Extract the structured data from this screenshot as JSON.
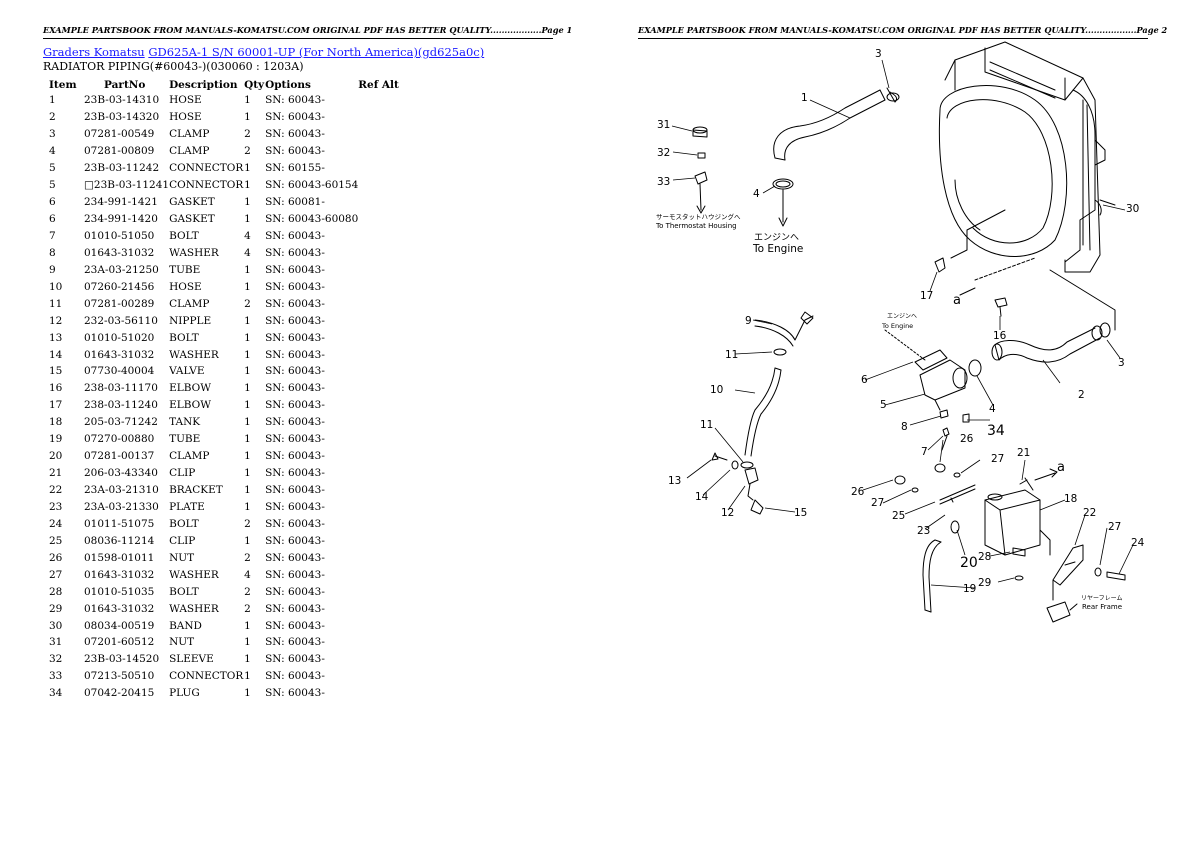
{
  "page_header_left": "EXAMPLE PARTSBOOK FROM MANUALS-KOMATSU.COM ORIGINAL PDF HAS BETTER QUALITY..................Page 1",
  "page_header_right": "EXAMPLE PARTSBOOK FROM MANUALS-KOMATSU.COM ORIGINAL PDF HAS BETTER QUALITY..................Page 2",
  "breadcrumb": {
    "link1": "Graders Komatsu",
    "link2": "GD625A-1 S/N 60001-UP (For North America)(gd625a0c)"
  },
  "subtitle": "RADIATOR PIPING(#60043-)(030060 : 1203A)",
  "table": {
    "headers": [
      "Item",
      "PartNo",
      "Description",
      "Qty",
      "Options",
      "Ref Alt"
    ],
    "rows": [
      [
        "1",
        "23B-03-14310",
        "HOSE",
        "1",
        "SN: 60043-",
        ""
      ],
      [
        "2",
        "23B-03-14320",
        "HOSE",
        "1",
        "SN: 60043-",
        ""
      ],
      [
        "3",
        "07281-00549",
        "CLAMP",
        "2",
        "SN: 60043-",
        ""
      ],
      [
        "4",
        "07281-00809",
        "CLAMP",
        "2",
        "SN: 60043-",
        ""
      ],
      [
        "5",
        "23B-03-11242",
        "CONNECTOR",
        "1",
        "SN: 60155-",
        ""
      ],
      [
        "5",
        "□23B-03-11241",
        "CONNECTOR",
        "1",
        "SN: 60043-60154",
        ""
      ],
      [
        "6",
        "234-991-1421",
        "GASKET",
        "1",
        "SN: 60081-",
        ""
      ],
      [
        "6",
        "234-991-1420",
        "GASKET",
        "1",
        "SN: 60043-60080",
        ""
      ],
      [
        "7",
        "01010-51050",
        "BOLT",
        "4",
        "SN: 60043-",
        ""
      ],
      [
        "8",
        "01643-31032",
        "WASHER",
        "4",
        "SN: 60043-",
        ""
      ],
      [
        "9",
        "23A-03-21250",
        "TUBE",
        "1",
        "SN: 60043-",
        ""
      ],
      [
        "10",
        "07260-21456",
        "HOSE",
        "1",
        "SN: 60043-",
        ""
      ],
      [
        "11",
        "07281-00289",
        "CLAMP",
        "2",
        "SN: 60043-",
        ""
      ],
      [
        "12",
        "232-03-56110",
        "NIPPLE",
        "1",
        "SN: 60043-",
        ""
      ],
      [
        "13",
        "01010-51020",
        "BOLT",
        "1",
        "SN: 60043-",
        ""
      ],
      [
        "14",
        "01643-31032",
        "WASHER",
        "1",
        "SN: 60043-",
        ""
      ],
      [
        "15",
        "07730-40004",
        "VALVE",
        "1",
        "SN: 60043-",
        ""
      ],
      [
        "16",
        "238-03-11170",
        "ELBOW",
        "1",
        "SN: 60043-",
        ""
      ],
      [
        "17",
        "238-03-11240",
        "ELBOW",
        "1",
        "SN: 60043-",
        ""
      ],
      [
        "18",
        "205-03-71242",
        "TANK",
        "1",
        "SN: 60043-",
        ""
      ],
      [
        "19",
        "07270-00880",
        "TUBE",
        "1",
        "SN: 60043-",
        ""
      ],
      [
        "20",
        "07281-00137",
        "CLAMP",
        "1",
        "SN: 60043-",
        ""
      ],
      [
        "21",
        "206-03-43340",
        "CLIP",
        "1",
        "SN: 60043-",
        ""
      ],
      [
        "22",
        "23A-03-21310",
        "BRACKET",
        "1",
        "SN: 60043-",
        ""
      ],
      [
        "23",
        "23A-03-21330",
        "PLATE",
        "1",
        "SN: 60043-",
        ""
      ],
      [
        "24",
        "01011-51075",
        "BOLT",
        "2",
        "SN: 60043-",
        ""
      ],
      [
        "25",
        "08036-11214",
        "CLIP",
        "1",
        "SN: 60043-",
        ""
      ],
      [
        "26",
        "01598-01011",
        "NUT",
        "2",
        "SN: 60043-",
        ""
      ],
      [
        "27",
        "01643-31032",
        "WASHER",
        "4",
        "SN: 60043-",
        ""
      ],
      [
        "28",
        "01010-51035",
        "BOLT",
        "2",
        "SN: 60043-",
        ""
      ],
      [
        "29",
        "01643-31032",
        "WASHER",
        "2",
        "SN: 60043-",
        ""
      ],
      [
        "30",
        "08034-00519",
        "BAND",
        "1",
        "SN: 60043-",
        ""
      ],
      [
        "31",
        "07201-60512",
        "NUT",
        "1",
        "SN: 60043-",
        ""
      ],
      [
        "32",
        "23B-03-14520",
        "SLEEVE",
        "1",
        "SN: 60043-",
        ""
      ],
      [
        "33",
        "07213-50510",
        "CONNECTOR",
        "1",
        "SN: 60043-",
        ""
      ],
      [
        "34",
        "07042-20415",
        "PLUG",
        "1",
        "SN: 60043-",
        ""
      ]
    ]
  },
  "diagram": {
    "callouts": [
      "1",
      "2",
      "3",
      "3",
      "4",
      "4",
      "5",
      "6",
      "7",
      "8",
      "9",
      "10",
      "11",
      "11",
      "12",
      "13",
      "14",
      "15",
      "16",
      "17",
      "18",
      "19",
      "20",
      "21",
      "22",
      "23",
      "24",
      "25",
      "26",
      "26",
      "27",
      "27",
      "27",
      "28",
      "29",
      "30",
      "31",
      "32",
      "33",
      "34",
      "a",
      "a"
    ],
    "notes": {
      "thermostat_jp": "サーモスタットハウジングへ",
      "thermostat_en": "To Thermostat Housing",
      "engine_jp": "エンジンへ",
      "engine_en": "To Engine",
      "engine2_jp": "エンジンへ",
      "engine2_en": "To Engine",
      "rear_frame_jp": "リヤーフレーム",
      "rear_frame_en": "Rear Frame"
    }
  }
}
